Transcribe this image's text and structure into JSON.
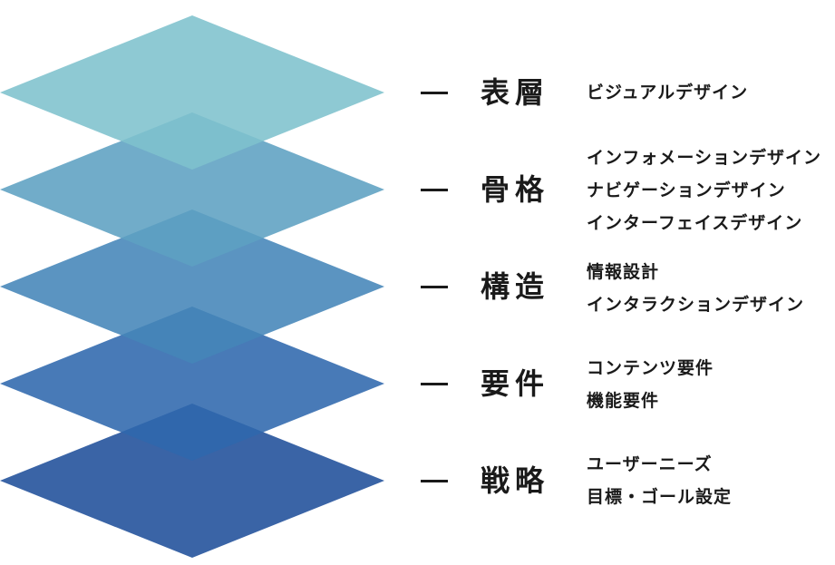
{
  "layers": [
    {
      "key": "surface",
      "name": "表層",
      "color": "#7ec1cd",
      "items": [
        "ビジュアルデザイン"
      ]
    },
    {
      "key": "skeleton",
      "name": "骨格",
      "color": "#5da1c2",
      "items": [
        "インフォメーションデザイン",
        "ナビゲーションデザイン",
        "インターフェイスデザイン"
      ]
    },
    {
      "key": "structure",
      "name": "構造",
      "color": "#4485b8",
      "items": [
        "情報設計",
        "インタラクションデザイン"
      ]
    },
    {
      "key": "scope",
      "name": "要件",
      "color": "#2f68ad",
      "items": [
        "コンテンツ要件",
        "機能要件"
      ]
    },
    {
      "key": "strategy",
      "name": "戦略",
      "color": "#1f4e9a",
      "items": [
        "ユーザーニーズ",
        "目標・ゴール設定"
      ]
    }
  ]
}
